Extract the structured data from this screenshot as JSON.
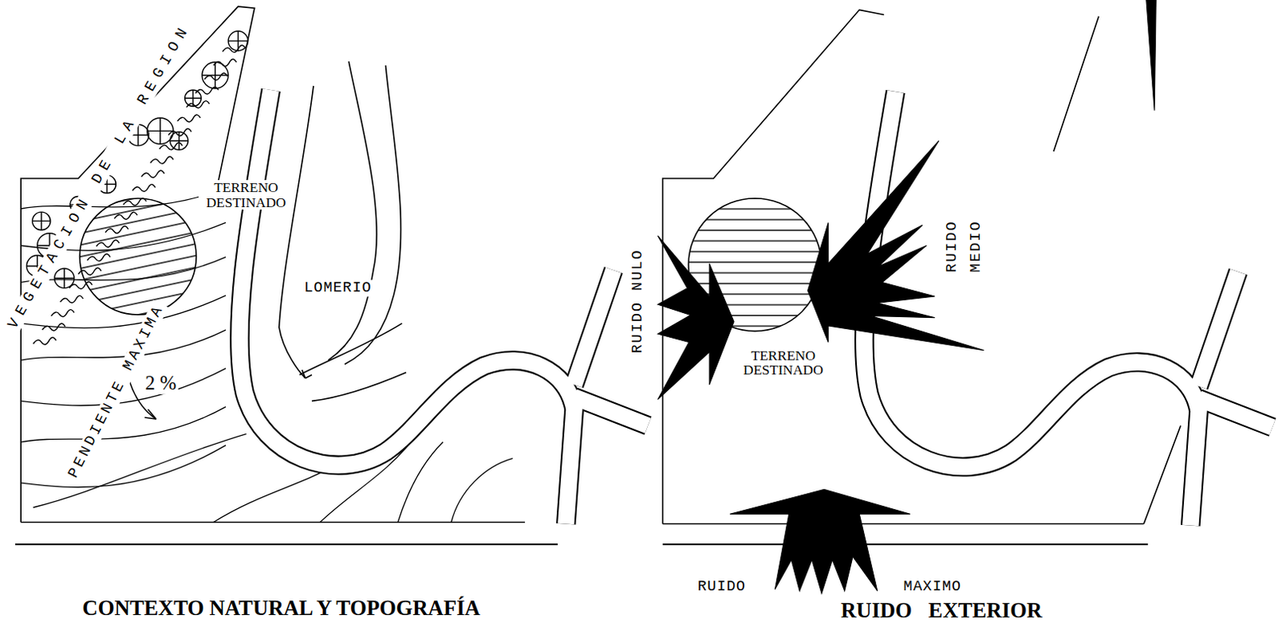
{
  "diagram": {
    "nodes": [
      {
        "text": [
          "TERRENO DESTINADO"
        ]
      },
      {
        "text": [
          "TERRENO DESTINADO"
        ]
      }
    ],
    "labels": [
      "VEGETACION DE LA REGION",
      "LOMERIO",
      "PENDIENTE MAXIMA",
      "2 %",
      "CONTEXTO NATURAL Y TOPOGRAFÍA",
      "RUIDO NULO",
      "RUIDO MEDIO",
      "RUIDO",
      "MAXIMO",
      "RUIDO EXTERIOR"
    ]
  }
}
